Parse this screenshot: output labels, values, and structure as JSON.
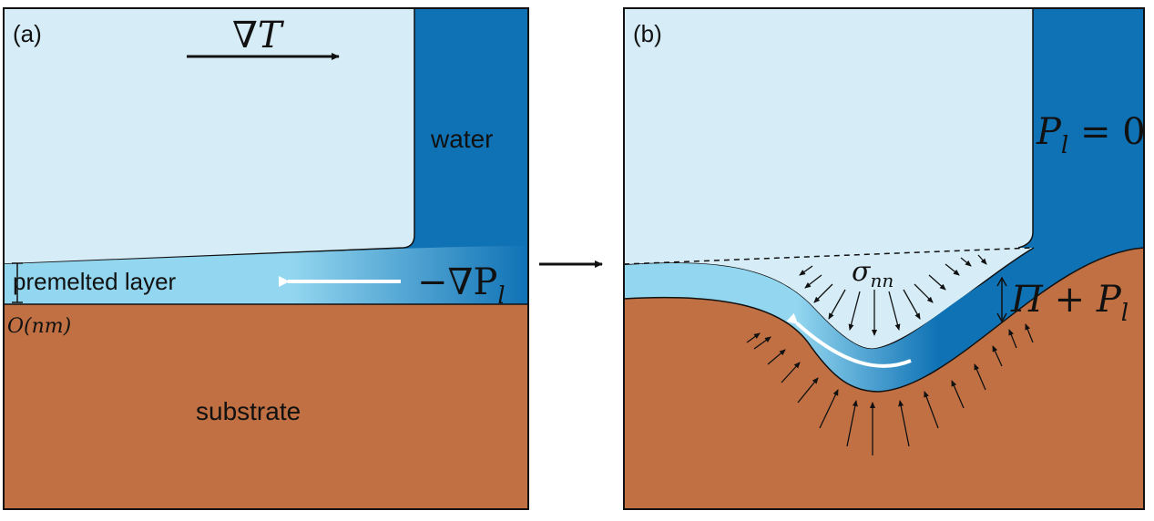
{
  "panel_a": {
    "label": "(a)",
    "gradient_T": "∇T",
    "water_label": "water",
    "premelted_label": "premelted layer",
    "pressure_gradient": "−∇P",
    "pressure_gradient_sub": "l",
    "thickness_label": "O(nm)",
    "substrate_label": "substrate"
  },
  "panel_b": {
    "label": "(b)",
    "pressure_zero_P": "P",
    "pressure_zero_sub": "l",
    "pressure_zero_rest": " = 0",
    "sigma": "σ",
    "sigma_sub": "nn",
    "disjoining_pi": "Π + P",
    "disjoining_sub": "l"
  },
  "colors": {
    "ice": "#d6edf8",
    "water": "#0f72b5",
    "substrate": "#c07043",
    "premelt_light": "#93d6ef"
  }
}
